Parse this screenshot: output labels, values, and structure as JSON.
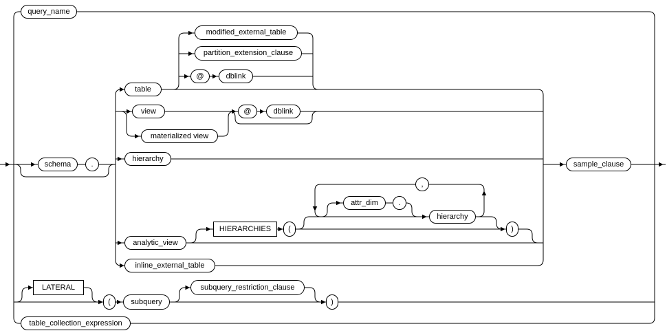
{
  "colors": {
    "line": "#000000",
    "text": "#000000",
    "box_background": "#ffffff",
    "page_background": "#ffffff"
  },
  "nodes": {
    "query_name": "query_name",
    "modified_external_table": "modified_external_table",
    "partition_extension_clause": "partition_extension_clause",
    "at_sign_table": "@",
    "dblink_table": "dblink",
    "table": "table",
    "view": "view",
    "at_sign_view": "@",
    "dblink_view": "dblink",
    "materialized_view": "materialized view",
    "hierarchy": "hierarchy",
    "schema": "schema",
    "dot_schema": ".",
    "sample_clause": "sample_clause",
    "comma": ",",
    "attr_dim": "attr_dim",
    "dot_attr_dim": ".",
    "hierarchy_item": "hierarchy",
    "hierarchies_keyword": "HIERARCHIES",
    "open_paren_hierarchies": "(",
    "close_paren_hierarchies": ")",
    "analytic_view": "analytic_view",
    "inline_external_table": "inline_external_table",
    "lateral_keyword": "LATERAL",
    "open_paren_subquery": "(",
    "subquery": "subquery",
    "subquery_restriction_clause": "subquery_restriction_clause",
    "close_paren_subquery": ")",
    "table_collection_expression": "table_collection_expression"
  }
}
